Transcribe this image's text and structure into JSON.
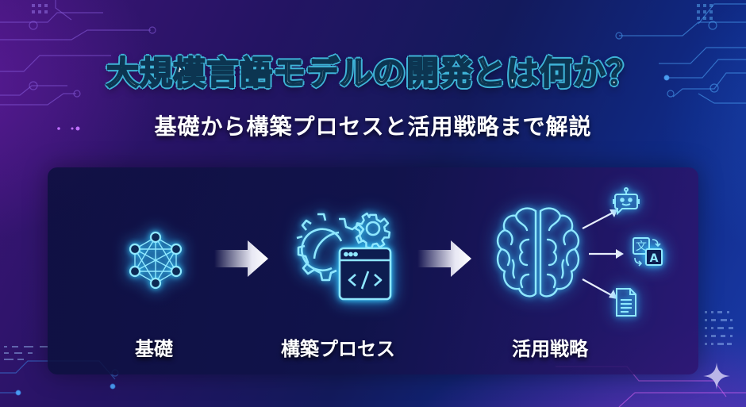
{
  "header": {
    "title": "大規模言語モデルの開発とは何か？",
    "subtitle": "基礎から構築プロセスと活用戦略まで解説"
  },
  "steps": [
    {
      "label": "基礎",
      "icon": "neural-network-icon"
    },
    {
      "label": "構築プロセス",
      "icon": "gear-code-window-icon"
    },
    {
      "label": "活用戦略",
      "icon": "brain-icon"
    }
  ],
  "outputs": [
    {
      "icon": "chatbot-icon"
    },
    {
      "icon": "translate-icon",
      "glyph_left": "文",
      "glyph_right": "A"
    },
    {
      "icon": "document-icon"
    }
  ],
  "code_glyph": "</>",
  "colors": {
    "accent_glow": "#39d2ff",
    "title_outline": "#3fb4d8",
    "bg_purple": "#3e1577",
    "bg_blue": "#0f2a86"
  }
}
